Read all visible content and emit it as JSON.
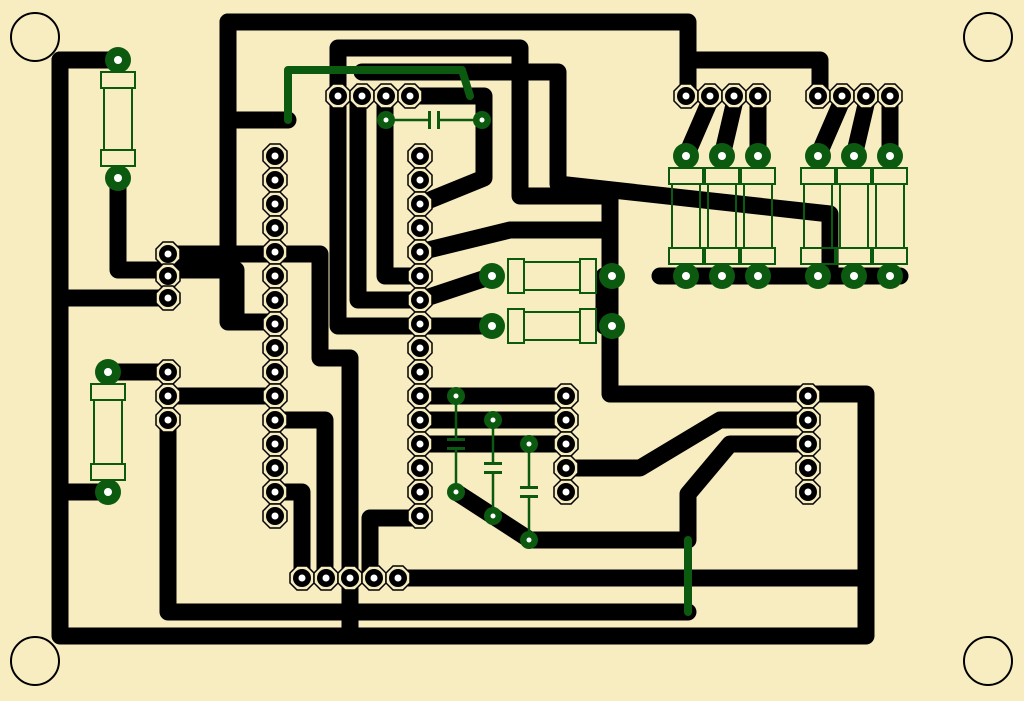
{
  "board": {
    "type": "pcb-copper-layout",
    "background_color": "#f7edc0",
    "copper_color": "#000000",
    "component_color": "#0b5a10",
    "drill_color": "#ffffff",
    "mounting_holes": [
      {
        "name": "mounting-hole-top-left"
      },
      {
        "name": "mounting-hole-top-right"
      },
      {
        "name": "mounting-hole-bottom-left"
      },
      {
        "name": "mounting-hole-bottom-right"
      }
    ]
  },
  "components": {
    "ic_left": {
      "type": "dip-ic-column",
      "pins": 16
    },
    "ic_right": {
      "type": "dip-ic-column",
      "pins": 16
    },
    "header_top_left": {
      "type": "pin-header",
      "pins": 4
    },
    "header_top_right_a": {
      "type": "pin-header",
      "pins": 4
    },
    "header_top_right_b": {
      "type": "pin-header",
      "pins": 4
    },
    "header_left_a": {
      "type": "pin-header",
      "pins": 3
    },
    "header_left_b": {
      "type": "pin-header",
      "pins": 3
    },
    "header_mid": {
      "type": "pin-header",
      "pins": 5
    },
    "header_right": {
      "type": "pin-header",
      "pins": 5
    },
    "header_bottom": {
      "type": "pin-header",
      "pins": 5
    },
    "resistors": [
      {
        "name": "resistor-r1"
      },
      {
        "name": "resistor-r2"
      },
      {
        "name": "resistor-r3"
      },
      {
        "name": "resistor-r4"
      },
      {
        "name": "resistor-r5"
      },
      {
        "name": "resistor-r6"
      },
      {
        "name": "resistor-r7"
      },
      {
        "name": "resistor-r8"
      },
      {
        "name": "resistor-r9"
      },
      {
        "name": "resistor-r10"
      }
    ],
    "capacitors": [
      {
        "name": "capacitor-c1"
      },
      {
        "name": "capacitor-c2"
      },
      {
        "name": "capacitor-c3"
      },
      {
        "name": "capacitor-c4"
      }
    ],
    "jumpers": [
      {
        "name": "jumper-top"
      },
      {
        "name": "jumper-bottom-right"
      }
    ]
  }
}
